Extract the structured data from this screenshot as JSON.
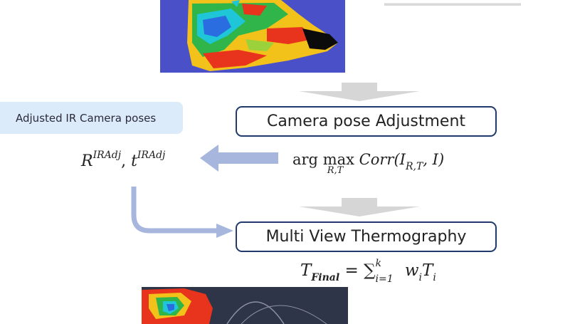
{
  "stages": {
    "pose_adjustment": {
      "label": "Camera pose Adjustment"
    },
    "multi_view": {
      "label": "Multi View Thermography"
    }
  },
  "side_label": {
    "text": "Adjusted IR Camera poses"
  },
  "equations": {
    "poses": {
      "R": "R",
      "R_sup": "IRAdj",
      "comma": ",",
      "t": "t",
      "t_sup": "IRAdj"
    },
    "argmax": {
      "arg": "arg",
      "max": "max",
      "under": "R,T",
      "corr": "Corr",
      "args": "(I",
      "args_sub": "R,T",
      "args_end": ", I)"
    },
    "final": {
      "T": "T",
      "T_sub": "Final",
      "eq": "=",
      "sum": "∑",
      "sum_sub": "i=1",
      "sum_sup": "k",
      "w": "w",
      "w_sub": "i",
      "Ti": "T",
      "Ti_sub": "i"
    }
  },
  "colors": {
    "box_border": "#1f3a6b",
    "flow_arrow": "#a6b6dc",
    "down_arrow": "#d6d6d6",
    "label_bg": "#dcebf9"
  },
  "icons": {
    "thermal_top": "thermal-foot-render-icon",
    "thermal_bottom": "thermal-foot-render-icon"
  }
}
